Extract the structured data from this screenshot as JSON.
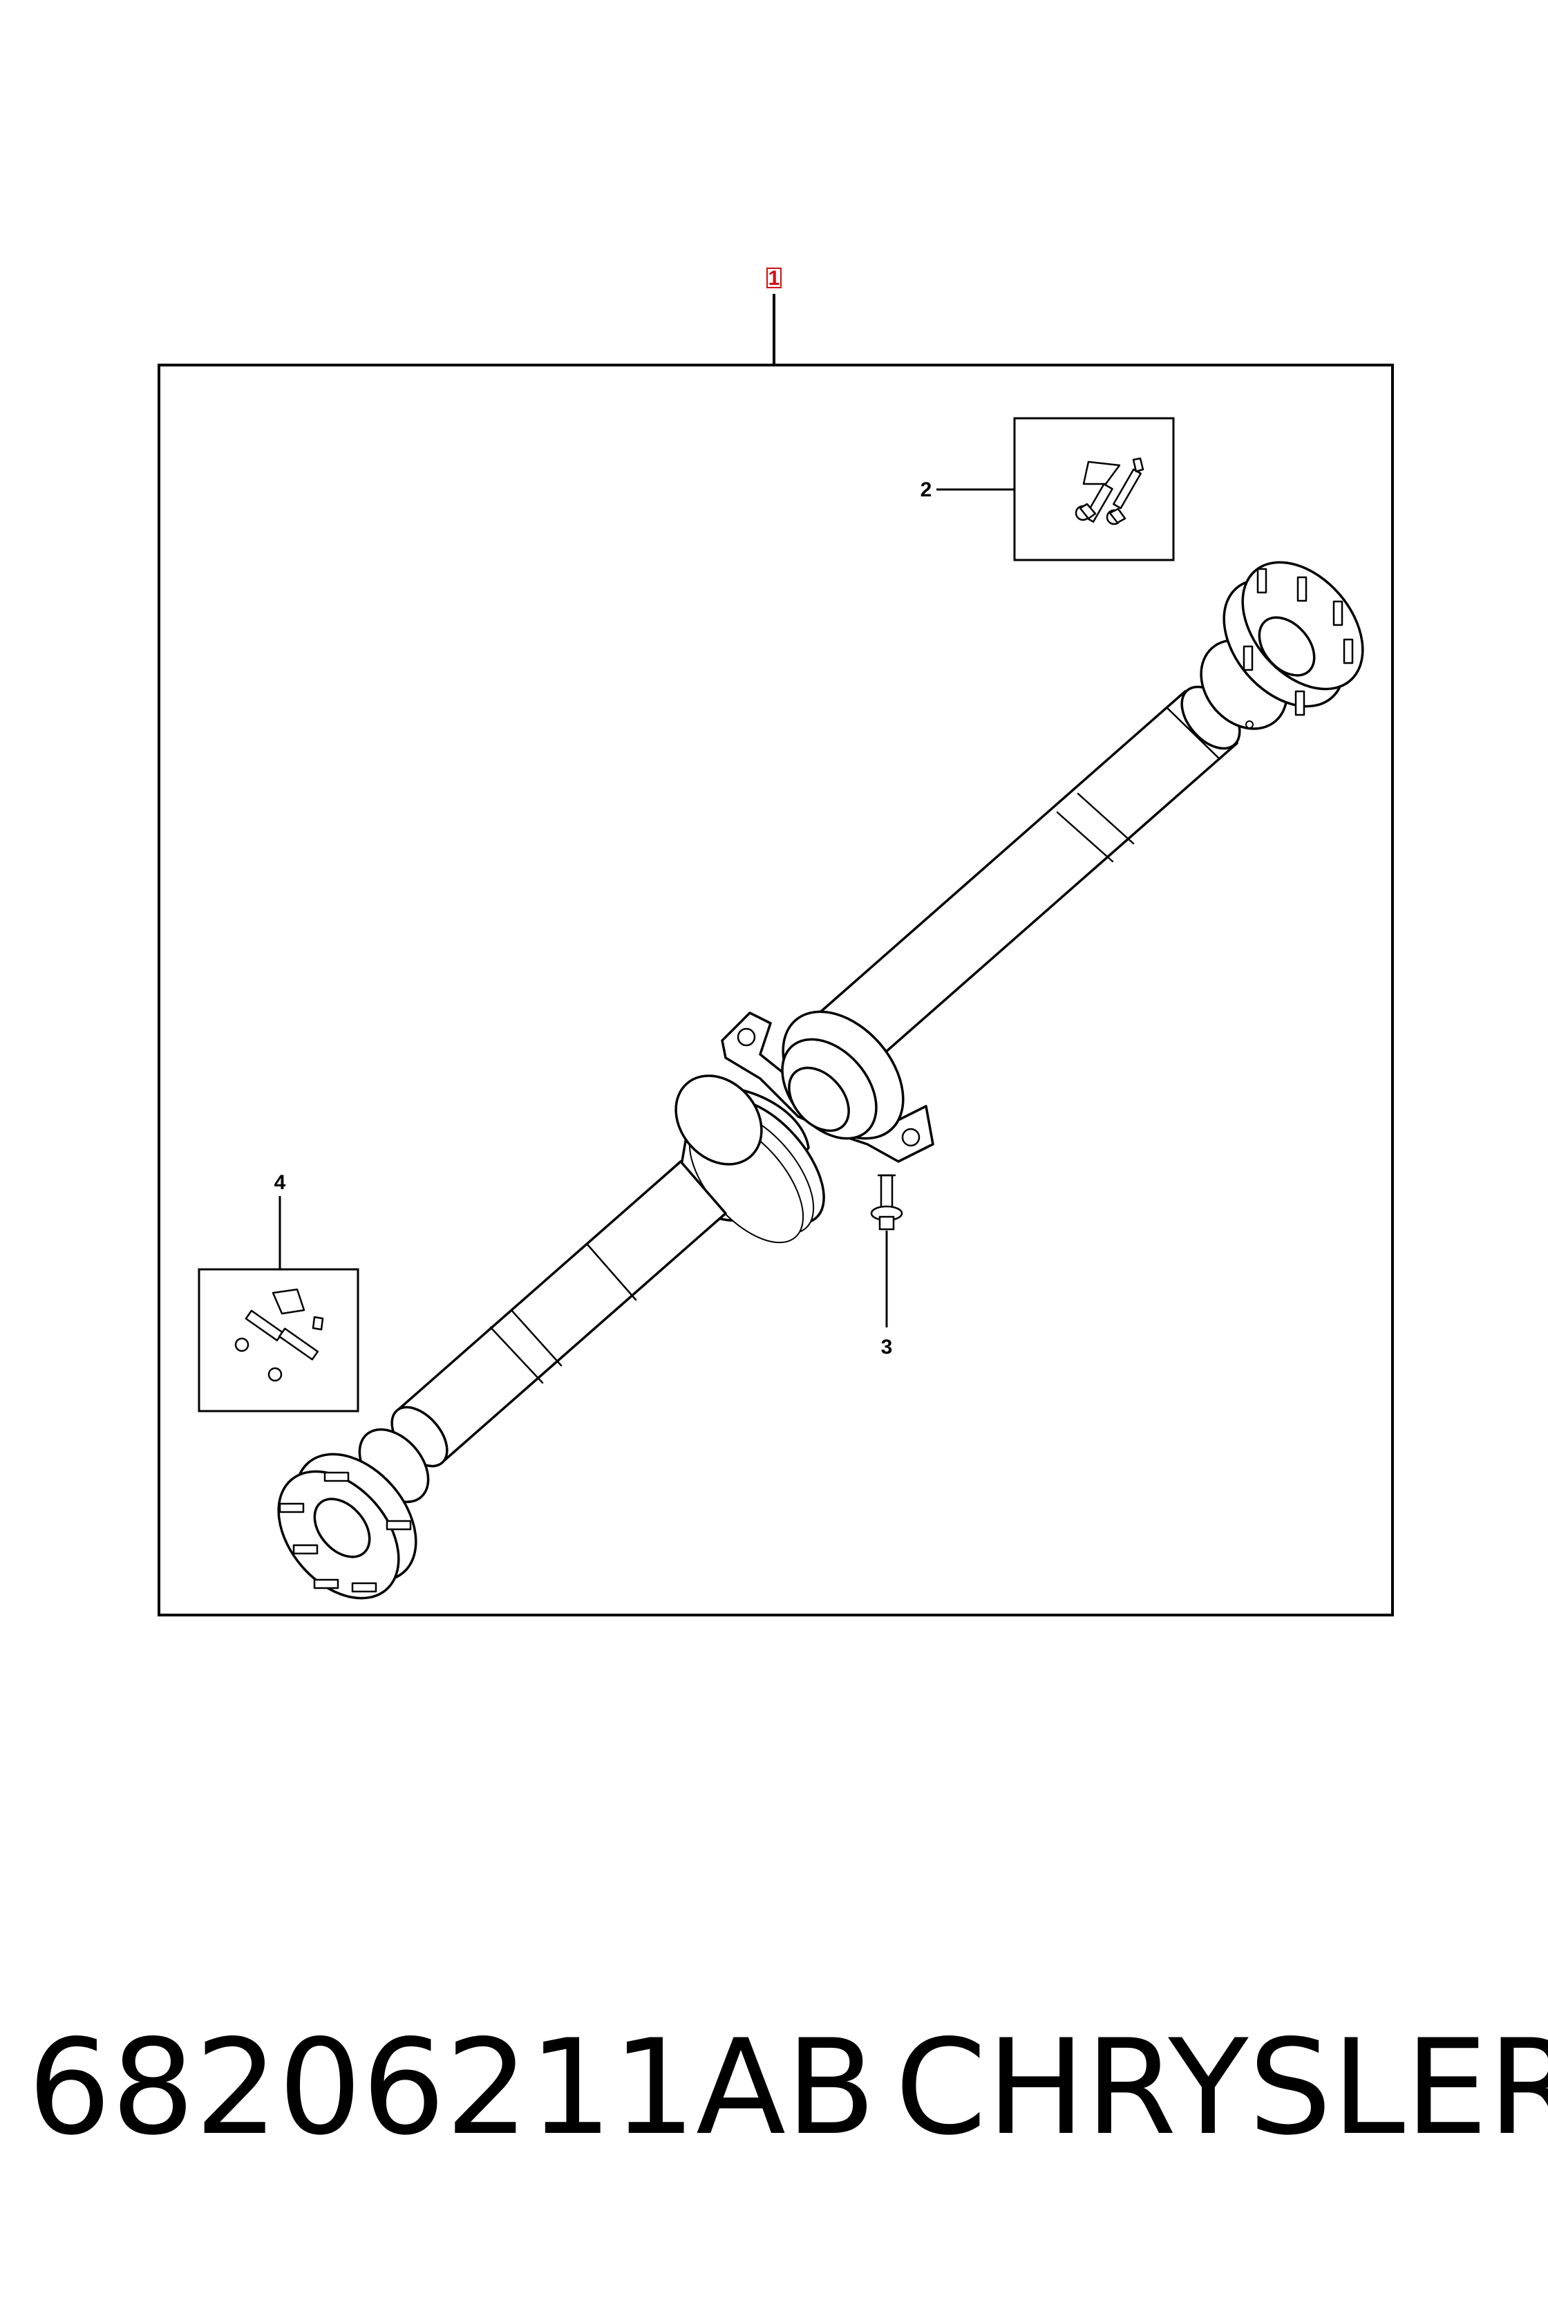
{
  "diagram": {
    "callouts": {
      "main": "1",
      "bolt_kit_upper": "2",
      "mount_bolt": "3",
      "bolt_kit_lower": "4"
    },
    "colors": {
      "line": "#000000",
      "background": "#ffffff",
      "main_callout": "#d01010"
    },
    "icons": [
      "drive-shaft-icon",
      "center-bearing-icon",
      "flange-bolt-icon",
      "mount-bolt-icon"
    ]
  },
  "footer": {
    "part_number": "68206211AB",
    "brand": "CHRYSLER"
  }
}
